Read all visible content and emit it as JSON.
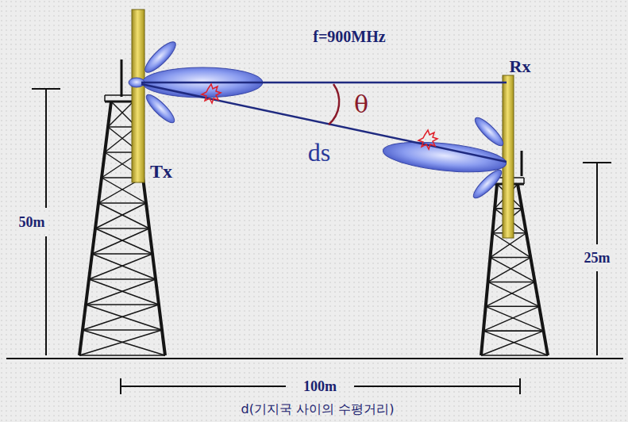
{
  "diagram": {
    "labels": [
      "f=900MHz",
      "Rx",
      "θ",
      "Tx",
      "ds",
      "50m",
      "25m",
      "100m",
      "d(기지국 사이의 수평거리)"
    ]
  }
}
